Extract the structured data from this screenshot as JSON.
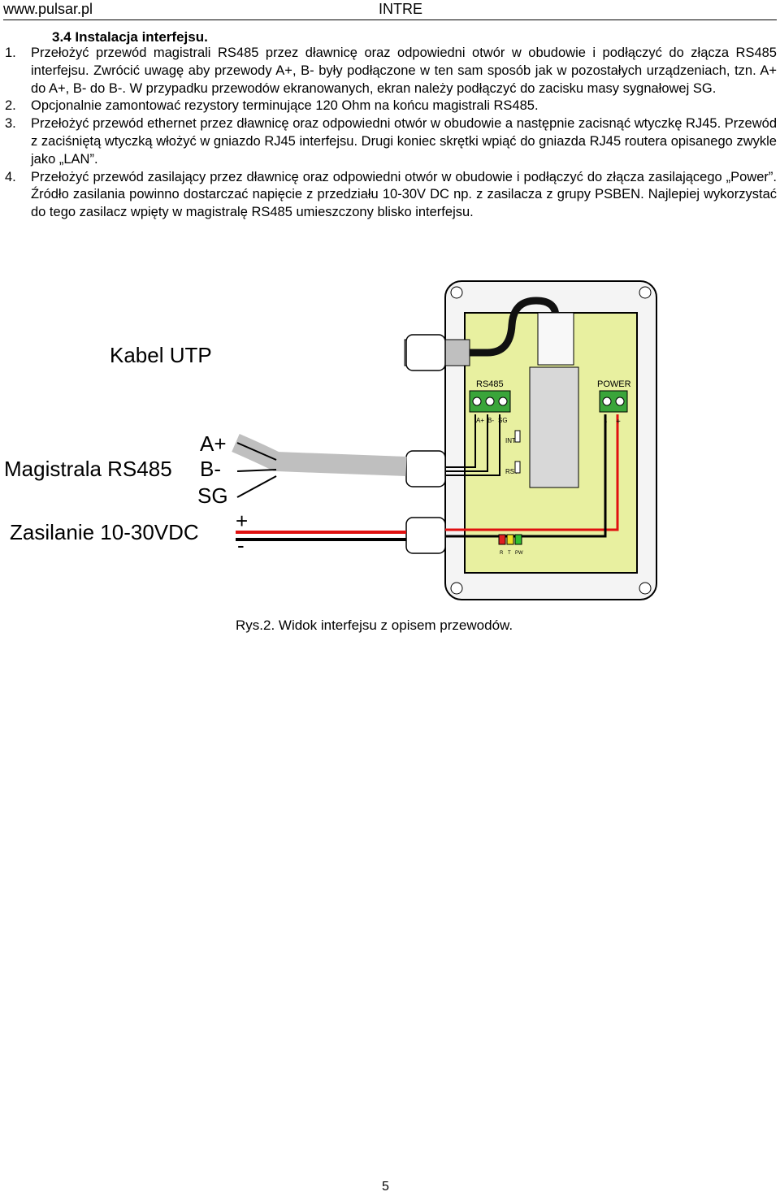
{
  "header": {
    "site": "www.pulsar.pl",
    "doc_code": "INTRE"
  },
  "section_title": "3.4 Instalacja interfejsu.",
  "steps": [
    {
      "num": "1.",
      "text": "Przełożyć przewód magistrali RS485 przez dławnicę oraz odpowiedni otwór w obudowie i podłączyć do złącza RS485 interfejsu. Zwrócić uwagę aby przewody A+, B- były podłączone w ten sam sposób jak w pozostałych urządzeniach, tzn. A+ do A+, B- do B-. W przypadku przewodów ekranowanych, ekran należy podłączyć do zacisku masy sygnałowej SG."
    },
    {
      "num": "2.",
      "text": "Opcjonalnie zamontować rezystory terminujące 120 Ohm na końcu magistrali RS485."
    },
    {
      "num": "3.",
      "text": "Przełożyć przewód ethernet przez dławnicę oraz odpowiedni otwór w obudowie a następnie zacisnąć wtyczkę RJ45. Przewód z zaciśniętą wtyczką włożyć w gniazdo RJ45 interfejsu. Drugi koniec skrętki wpiąć do gniazda RJ45 routera opisanego zwykle jako „LAN”."
    },
    {
      "num": "4.",
      "text": "Przełożyć przewód zasilający przez dławnicę oraz odpowiedni otwór w obudowie i podłączyć do złącza zasilającego „Power”. Źródło zasilania powinno dostarczać napięcie z przedziału 10-30V DC np. z zasilacza z grupy PSBEN. Najlepiej wykorzystać do tego zasilacz wpięty w magistralę RS485 umieszczony blisko interfejsu."
    }
  ],
  "figure": {
    "labels": {
      "kabel_utp": "Kabel UTP",
      "magistrala": "Magistrala RS485",
      "a_plus": "A+",
      "b_minus": "B-",
      "sg": "SG",
      "zasilanie": "Zasilanie 10-30VDC",
      "plus": "+",
      "minus": "-"
    },
    "board": {
      "rs485": "RS485",
      "power": "POWER",
      "pin_a": "A+",
      "pin_b": "B-",
      "pin_sg": "SG",
      "int": "INT",
      "rst": "RST",
      "pwr_minus": "-",
      "pwr_plus": "+",
      "led1": "R",
      "led2": "T",
      "led3": "PW"
    }
  },
  "caption": "Rys.2.  Widok interfejsu z opisem przewodów.",
  "page_number": "5",
  "colors": {
    "board": "#e8f0a0",
    "terminal": "#3aa53a",
    "wire_red": "#e01010",
    "cable_gray": "#bfbfbf",
    "led_red": "#e02020",
    "led_yellow": "#f0e020",
    "led_green": "#30c030"
  }
}
